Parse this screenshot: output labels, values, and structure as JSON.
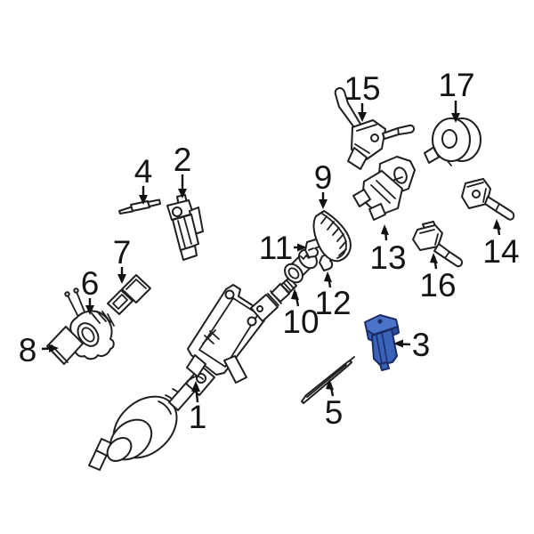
{
  "diagram": {
    "background": "#ffffff",
    "line_color": "#1f1f1f",
    "label_color": "#141414",
    "selected_part": "3",
    "highlight_fill": "#3a62b8",
    "highlight_fill_light": "#4b74c8",
    "highlight_fill_dark": "#2c4d9d",
    "highlight_outline": "#1b2c66",
    "parts": [
      {
        "label": "1"
      },
      {
        "label": "2"
      },
      {
        "label": "3"
      },
      {
        "label": "4"
      },
      {
        "label": "5"
      },
      {
        "label": "6"
      },
      {
        "label": "7"
      },
      {
        "label": "8"
      },
      {
        "label": "9"
      },
      {
        "label": "10"
      },
      {
        "label": "11"
      },
      {
        "label": "12"
      },
      {
        "label": "13"
      },
      {
        "label": "14"
      },
      {
        "label": "15"
      },
      {
        "label": "16"
      },
      {
        "label": "17"
      }
    ]
  }
}
